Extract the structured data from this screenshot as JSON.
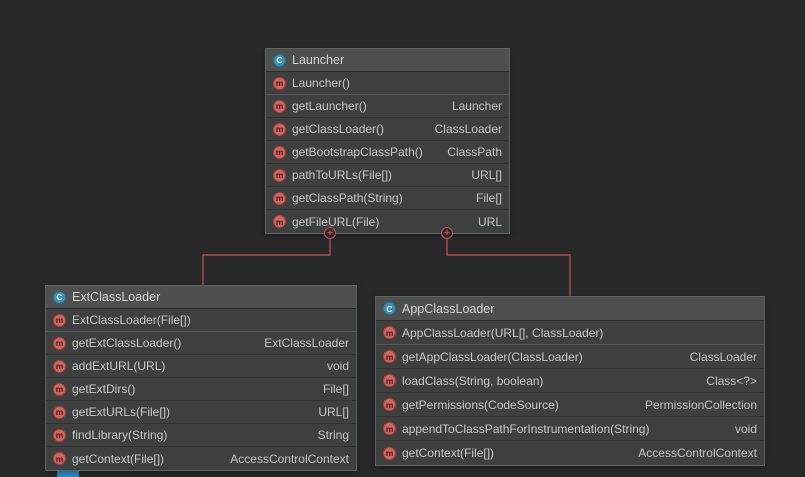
{
  "icons": {
    "class_letter": "C",
    "method_letter": "m",
    "plus_glyph": "+"
  },
  "colors": {
    "canvas_bg": "#292929",
    "node_bg": "#3d403f",
    "node_header_bg": "#4d504e",
    "node_border": "#606364",
    "text": "#c8cbc5",
    "edge": "#c75450",
    "class_icon": "#3a8fb7",
    "method_icon": "#d4645f",
    "bottom_accent": "#2f8fd0"
  },
  "classes": [
    {
      "name": "Launcher",
      "constructor": "Launcher()",
      "methods": [
        {
          "sig": "getLauncher()",
          "ret": "Launcher"
        },
        {
          "sig": "getClassLoader()",
          "ret": "ClassLoader"
        },
        {
          "sig": "getBootstrapClassPath()",
          "ret": "ClassPath"
        },
        {
          "sig": "pathToURLs(File[])",
          "ret": "URL[]"
        },
        {
          "sig": "getClassPath(String)",
          "ret": "File[]"
        },
        {
          "sig": "getFileURL(File)",
          "ret": "URL"
        }
      ]
    },
    {
      "name": "ExtClassLoader",
      "constructor": "ExtClassLoader(File[])",
      "methods": [
        {
          "sig": "getExtClassLoader()",
          "ret": "ExtClassLoader"
        },
        {
          "sig": "addExtURL(URL)",
          "ret": "void"
        },
        {
          "sig": "getExtDirs()",
          "ret": "File[]"
        },
        {
          "sig": "getExtURLs(File[])",
          "ret": "URL[]"
        },
        {
          "sig": "findLibrary(String)",
          "ret": "String"
        },
        {
          "sig": "getContext(File[])",
          "ret": "AccessControlContext"
        }
      ]
    },
    {
      "name": "AppClassLoader",
      "constructor": "AppClassLoader(URL[], ClassLoader)",
      "methods": [
        {
          "sig": "getAppClassLoader(ClassLoader)",
          "ret": "ClassLoader"
        },
        {
          "sig": "loadClass(String, boolean)",
          "ret": "Class<?>"
        },
        {
          "sig": "getPermissions(CodeSource)",
          "ret": "PermissionCollection"
        },
        {
          "sig": "appendToClassPathForInstrumentation(String)",
          "ret": "void"
        },
        {
          "sig": "getContext(File[])",
          "ret": "AccessControlContext"
        }
      ]
    }
  ]
}
